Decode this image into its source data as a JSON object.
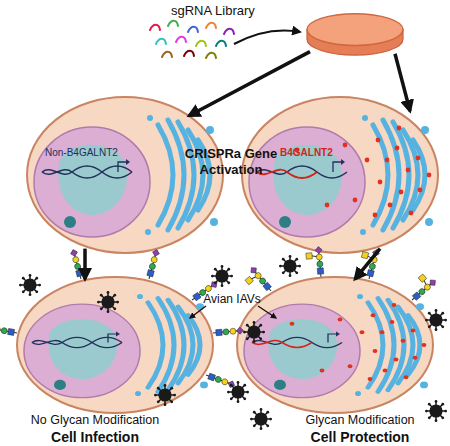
{
  "diagram": {
    "nodes": [
      {
        "text": [
          "sgRNA Library"
        ]
      },
      {
        "text": [
          "Non-B4GALNT2"
        ]
      },
      {
        "text": [
          "B4GALNT2"
        ]
      },
      {
        "text": [
          "No Glycan Modification",
          "Cell Infection"
        ]
      },
      {
        "text": [
          "Glycan Modification",
          "Cell Protection"
        ]
      }
    ],
    "edges": [
      {
        "from": 0,
        "to": 1,
        "arrow": "to"
      },
      {
        "from": 0,
        "to": 2,
        "arrow": "to"
      },
      {
        "from": 1,
        "to": 3,
        "arrow": "to"
      },
      {
        "from": 2,
        "to": 4,
        "arrow": "to"
      }
    ],
    "labels": [
      "CRISPRa Gene Activation",
      "Avian IAVs"
    ]
  }
}
